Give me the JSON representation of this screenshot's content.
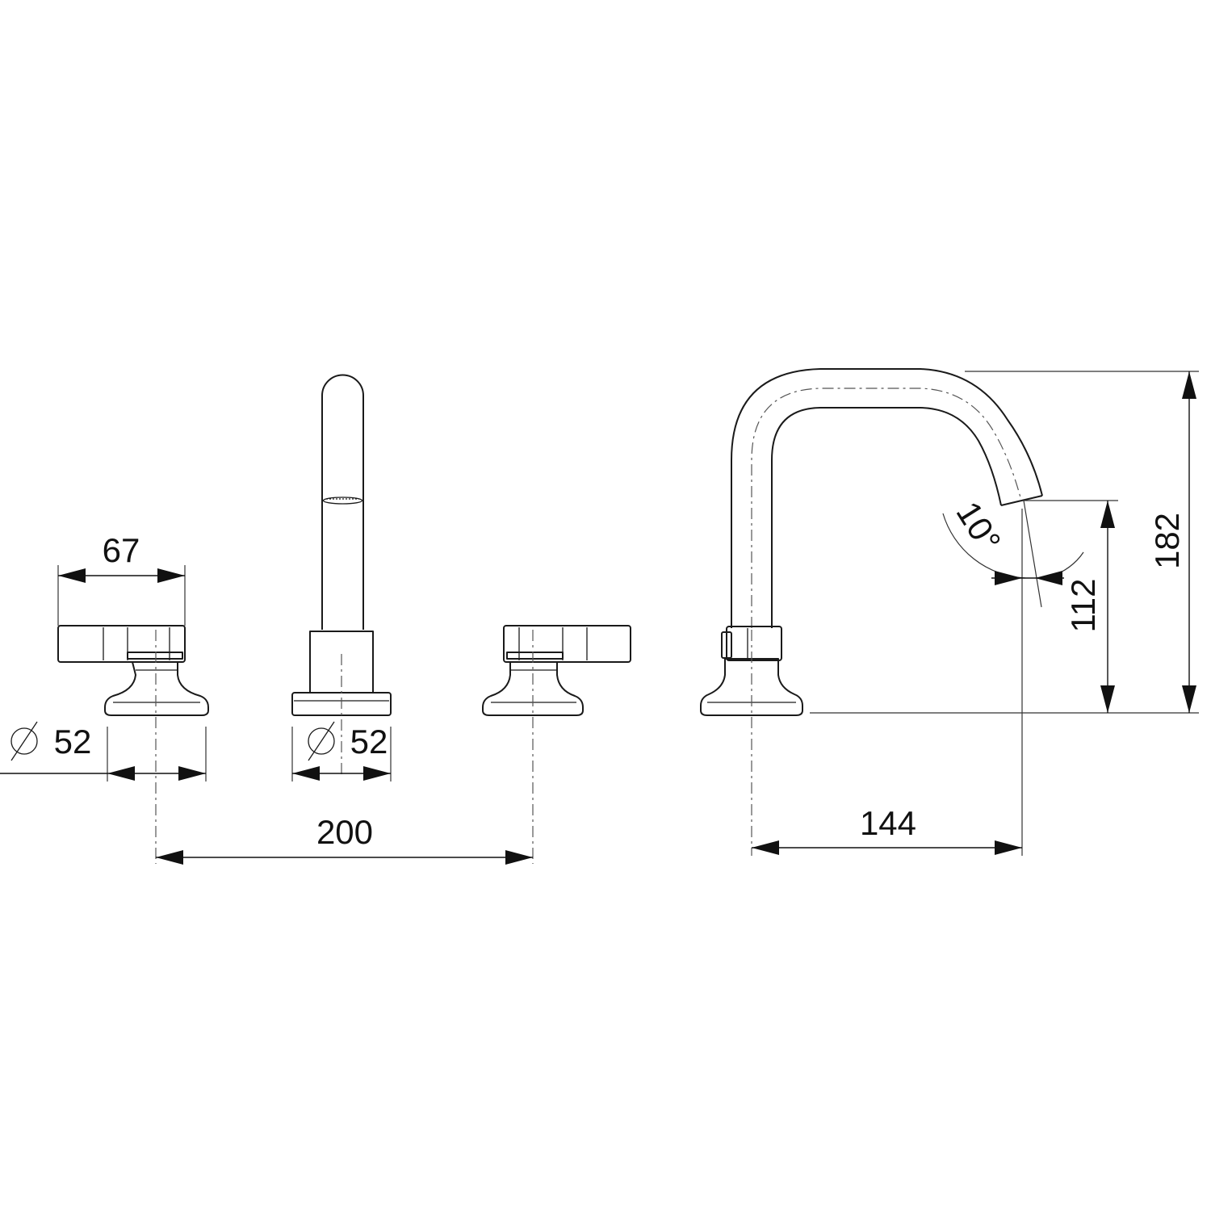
{
  "dimensions": {
    "handle_length": "67",
    "handle_base_diameter": "52",
    "spout_base_diameter": "52",
    "handle_spacing": "200",
    "spout_reach": "144",
    "spout_outlet_height": "112",
    "overall_height": "182",
    "outlet_angle": "10°"
  },
  "symbols": {
    "diameter": "⌀"
  },
  "colors": {
    "line": "#1a1a1a",
    "background": "#ffffff"
  }
}
